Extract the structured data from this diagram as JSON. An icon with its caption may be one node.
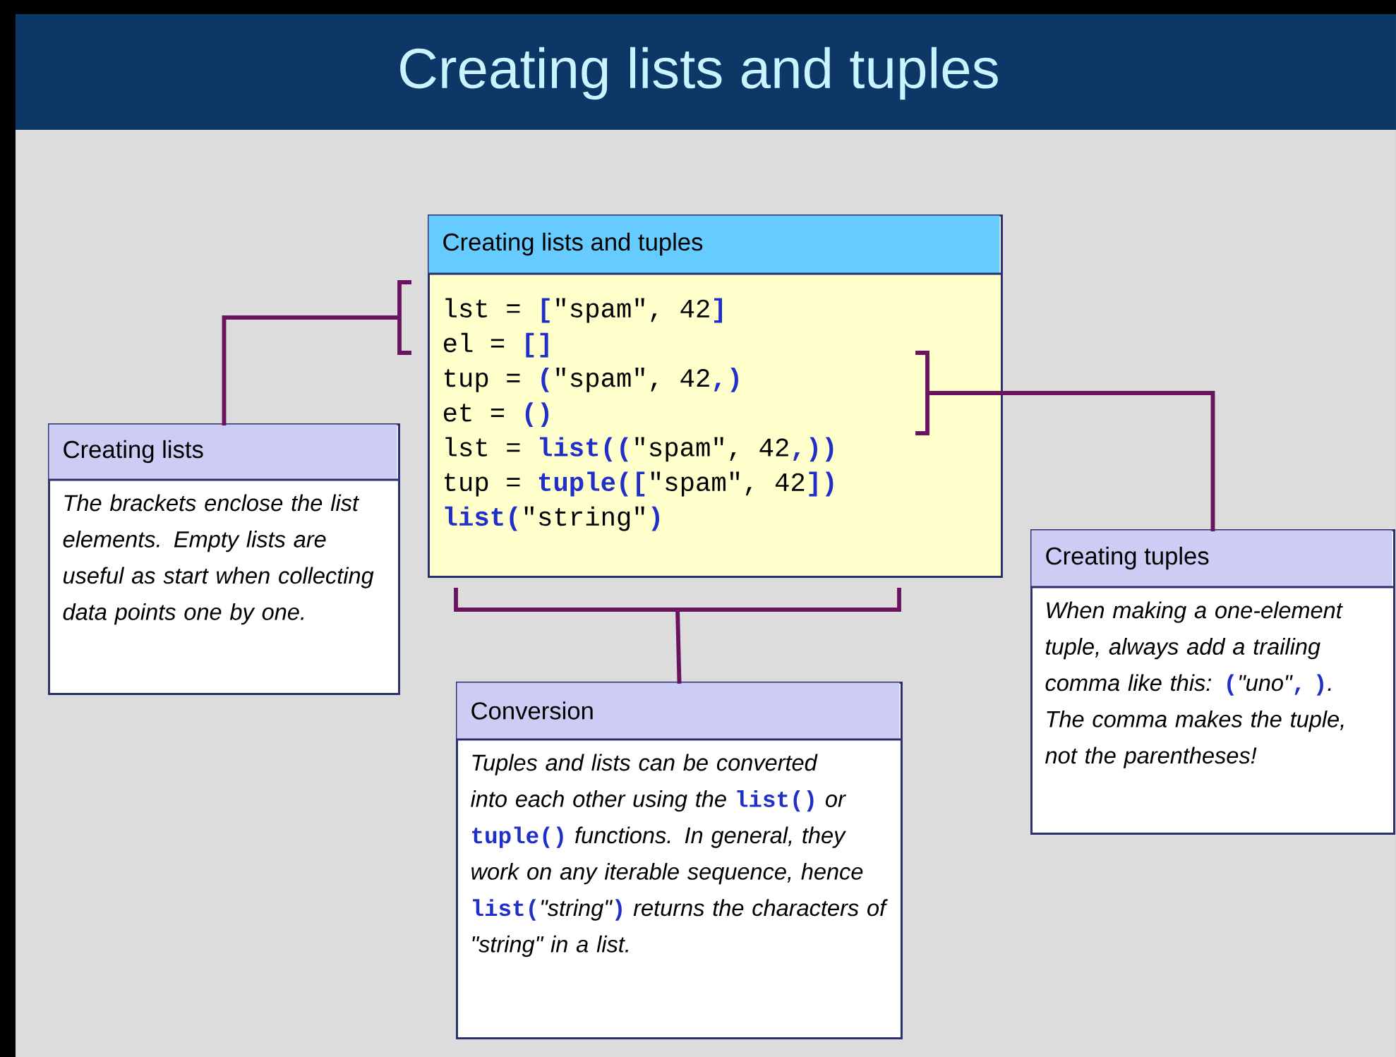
{
  "diagram": {
    "title": "Creating lists and tuples",
    "nodes": [
      {
        "text": [
          "Creating lists and tuples",
          "lst = **[**\"spam\", 42**]**",
          "el = **[]**",
          "tup = **(**\"spam\", 42**,)**",
          "et = **()**",
          "lst = **list((**\"spam\", 42**,))**",
          "tup = **tuple([**\"spam\", 42**])**",
          "**list(**\"string\"**)**"
        ]
      },
      {
        "text": [
          "Creating lists",
          "The brackets enclose the list elements. Empty lists are useful as start when collecting data points one by one."
        ]
      },
      {
        "text": [
          "Conversion",
          "Tuples and lists can be converted into each other using the **list()** or **tuple()** functions. In general, they work on any iterable sequence, hence **list(**\"string\"**)** returns the characters of \"string\" in a list."
        ]
      },
      {
        "text": [
          "Creating tuples",
          "When making a one-element tuple, always add a trailing comma like this: **(**\"uno\"**, )**. The comma makes the tuple, not the parentheses!"
        ]
      }
    ],
    "edges": [
      {
        "from": 0,
        "to": 1,
        "arrow": "none"
      },
      {
        "from": 0,
        "to": 2,
        "arrow": "none"
      },
      {
        "from": 0,
        "to": 3,
        "arrow": "none"
      }
    ]
  }
}
